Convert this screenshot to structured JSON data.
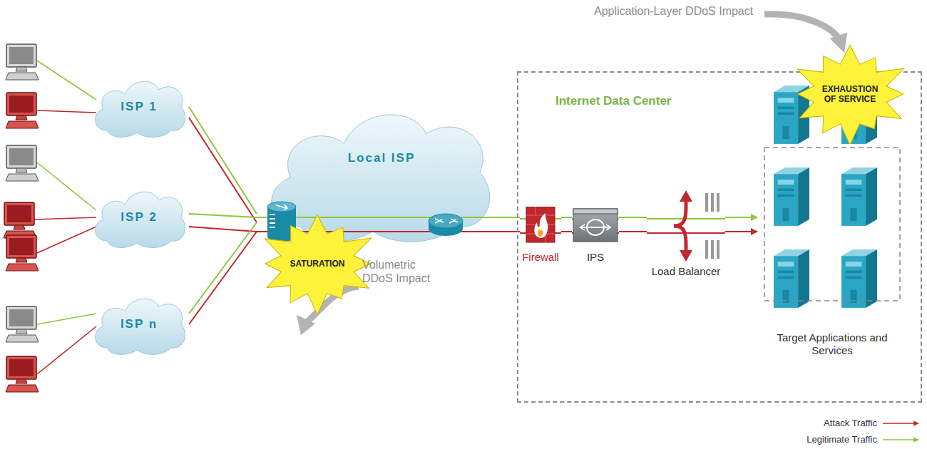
{
  "diagram": {
    "nodes": [
      {
        "text": [
          "ISP 1"
        ]
      },
      {
        "text": [
          "ISP 2"
        ]
      },
      {
        "text": [
          "ISP n"
        ]
      },
      {
        "text": [
          "Local ISP"
        ]
      },
      {
        "text": [
          "SATURATION"
        ]
      },
      {
        "text": [
          "Internet Data Center"
        ]
      },
      {
        "text": [
          "Firewall"
        ],
        "in": 5
      },
      {
        "text": [
          "IPS"
        ],
        "in": 5
      },
      {
        "text": [
          "Load Balancer"
        ],
        "in": 5
      },
      {
        "text": [
          "Target Applications and Services"
        ],
        "in": 5
      },
      {
        "text": [
          "EXHAUSTION OF SERVICE"
        ],
        "in": 5
      }
    ],
    "edges": [
      {
        "from": 0,
        "to": 3,
        "arrow": "none"
      },
      {
        "from": 1,
        "to": 3,
        "arrow": "none"
      },
      {
        "from": 2,
        "to": 3,
        "arrow": "none"
      },
      {
        "from": 3,
        "to": 6,
        "arrow": "none"
      },
      {
        "from": 6,
        "to": 7,
        "arrow": "none"
      },
      {
        "from": 7,
        "to": 8,
        "arrow": "none"
      },
      {
        "from": 8,
        "to": 9,
        "arrow": "to"
      }
    ],
    "labels": [
      "Application-Layer DDoS Impact",
      "Volumetric DDoS Impact"
    ],
    "legend": [
      {
        "text": "Attack Traffic"
      },
      {
        "text": "Legitimate Traffic"
      }
    ]
  }
}
